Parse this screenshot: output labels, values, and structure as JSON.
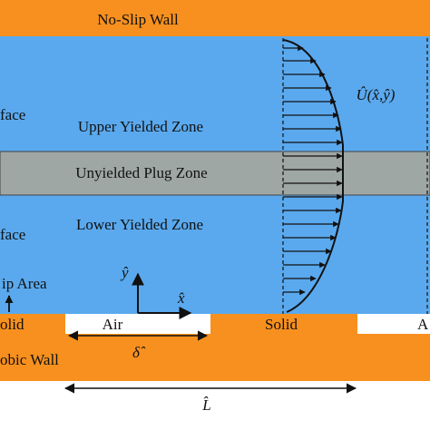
{
  "labels": {
    "top_wall": "No-Slip Wall",
    "upper_zone": "Upper Yielded Zone",
    "plug_zone": "Unyielded Plug Zone",
    "lower_zone": "Lower Yielded Zone",
    "interface_upper": "face",
    "interface_lower": "face",
    "slip_area": "ip Area",
    "solid_left": "olid",
    "air_left": "Air",
    "solid_mid": "Solid",
    "air_right": "A",
    "bottom_wall": "obic Wall",
    "velocity": "Û(x̂,ŷ)",
    "y_axis": "ŷ",
    "x_axis": "x̂",
    "delta": "δ̂",
    "period": "L̂"
  },
  "colors": {
    "wall": "#f7901e",
    "fluid": "#5aa9ee",
    "plug": "#9ea7a3",
    "air": "#ffffff",
    "ink": "#111111"
  }
}
